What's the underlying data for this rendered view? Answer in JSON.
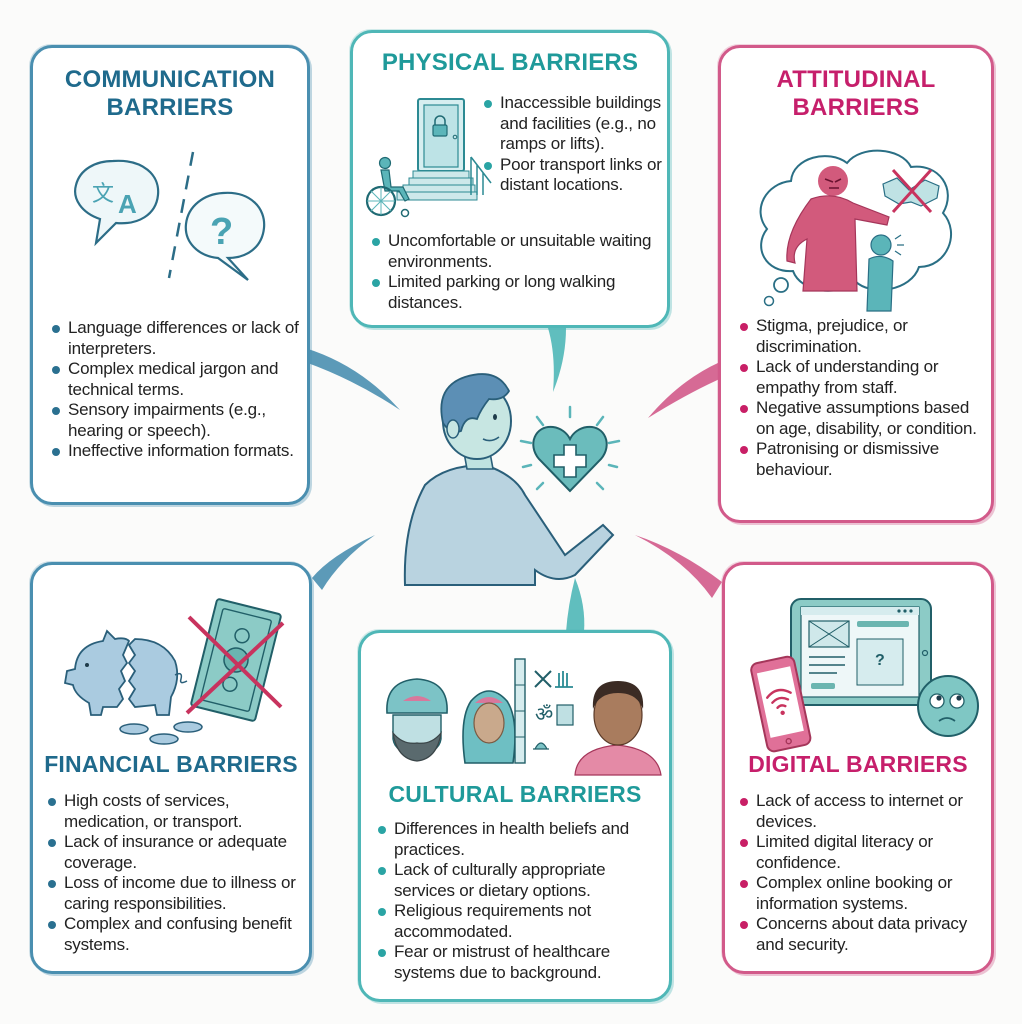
{
  "infographic": {
    "colors": {
      "blue": "#1f6a8c",
      "teal": "#1f9a9a",
      "pink": "#c61f6b",
      "blue_border": "#4a8fb0",
      "teal_border": "#4fb7b7",
      "pink_border": "#d25a8a"
    },
    "center": {
      "figure": "person-icon",
      "symbol": "heart-plus-icon"
    },
    "panels": {
      "communication": {
        "title_line1": "COMMUNICATION",
        "title_line2": "BARRIERS",
        "icons": [
          "translate-speech-bubble-icon",
          "question-speech-bubble-icon"
        ],
        "items": [
          "Language differences or lack of interpreters.",
          "Complex medical jargon and technical terms.",
          "Sensory impairments (e.g., hearing or speech).",
          "Ineffective information formats."
        ]
      },
      "physical": {
        "title": "PHYSICAL BARRIERS",
        "icons": [
          "locked-door-stairs-icon",
          "wheelchair-icon"
        ],
        "items": [
          "Inaccessible buildings and facilities (e.g., no ramps or lifts).",
          "Poor transport links or distant locations.",
          "Uncomfortable or unsuitable waiting environments.",
          "Limited parking or long walking distances."
        ]
      },
      "attitudinal": {
        "title_line1": "ATTITUDINAL",
        "title_line2": "BARRIERS",
        "icons": [
          "angry-pointing-person-icon",
          "crossed-handshake-icon"
        ],
        "items": [
          "Stigma, prejudice, or discrimination.",
          "Lack of understanding or empathy from staff.",
          "Negative assumptions based on age, disability, or condition.",
          "Patronising or dismissive behaviour."
        ]
      },
      "financial": {
        "title": "FINANCIAL BARRIERS",
        "icons": [
          "broken-piggy-bank-icon",
          "crossed-banknote-icon",
          "coins-icon"
        ],
        "items": [
          "High costs of services, medication, or transport.",
          "Lack of insurance or adequate coverage.",
          "Loss of income due to illness or caring responsibilities.",
          "Complex and confusing benefit systems."
        ]
      },
      "cultural": {
        "title": "CULTURAL BARRIERS",
        "icons": [
          "turban-person-icon",
          "hijab-person-icon",
          "religious-symbols-icon",
          "person-icon"
        ],
        "items": [
          "Differences in health beliefs and practices.",
          "Lack of culturally appropriate services or dietary options.",
          "Religious requirements not accommodated.",
          "Fear or mistrust of healthcare systems due to background."
        ]
      },
      "digital": {
        "title": "DIGITAL BARRIERS",
        "icons": [
          "smartphone-wifi-icon",
          "tablet-webpage-icon",
          "confused-face-icon"
        ],
        "items": [
          "Lack of access to internet or devices.",
          "Limited digital literacy or confidence.",
          "Complex online booking or information systems.",
          "Concerns about data privacy and security."
        ]
      }
    }
  }
}
